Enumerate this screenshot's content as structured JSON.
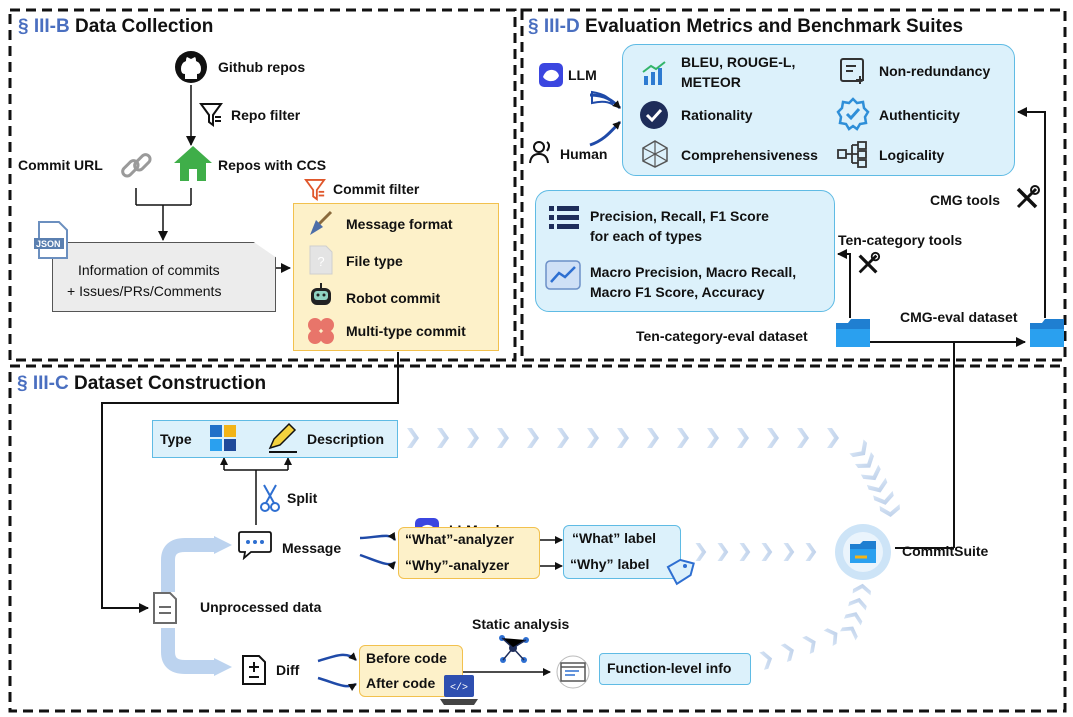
{
  "sections": {
    "b": {
      "prefix": "§ III-B",
      "title": "Data Collection"
    },
    "d": {
      "prefix": "§ III-D",
      "title": "Evaluation Metrics and Benchmark Suites"
    },
    "c": {
      "prefix": "§ III-C",
      "title": "Dataset Construction"
    }
  },
  "collection": {
    "github_repos": "Github repos",
    "repo_filter": "Repo filter",
    "repos_with_ccs": "Repos with CCS",
    "commit_url": "Commit URL",
    "json_tag": "JSON",
    "info_line1": "Information of commits",
    "info_line2": "+ Issues/PRs/Comments",
    "commit_filter": "Commit filter",
    "filters": [
      "Message format",
      "File type",
      "Robot commit",
      "Multi-type commit"
    ]
  },
  "evaluation": {
    "llm": "LLM",
    "human": "Human",
    "metrics": {
      "bleu": "BLEU, ROUGE-L,",
      "meteor": "METEOR",
      "non_redundancy": "Non-redundancy",
      "rationality": "Rationality",
      "authenticity": "Authenticity",
      "comprehensiveness": "Comprehensiveness",
      "logicality": "Logicality"
    },
    "prf_line1": "Precision, Recall, F1 Score",
    "prf_line2": "for each of types",
    "macro_line1": "Macro Precision, Macro Recall,",
    "macro_line2": "Macro F1 Score, Accuracy",
    "cmg_tools": "CMG tools",
    "ten_category_tools": "Ten-category tools",
    "cmg_eval_dataset": "CMG-eval dataset",
    "ten_category_eval_dataset": "Ten-category-eval dataset"
  },
  "construction": {
    "type": "Type",
    "description": "Description",
    "split": "Split",
    "llm_roles": "LLM roles",
    "message": "Message",
    "what_analyzer": "“What”-analyzer",
    "why_analyzer": "“Why”-analyzer",
    "what_label": "“What” label",
    "why_label": "“Why” label",
    "unprocessed": "Unprocessed data",
    "diff": "Diff",
    "before_code": "Before code",
    "after_code": "After code",
    "static_analysis": "Static analysis",
    "function_info": "Function-level info",
    "commitsuite": "CommitSuite"
  },
  "colors": {
    "section_prefix": "#4a6fc0",
    "yellow_fill": "#fdf1c9",
    "yellow_border": "#f2c14e",
    "blue_fill": "#dcf1fb",
    "blue_border": "#5fbbe4",
    "chevron": "#c7d7ee"
  }
}
